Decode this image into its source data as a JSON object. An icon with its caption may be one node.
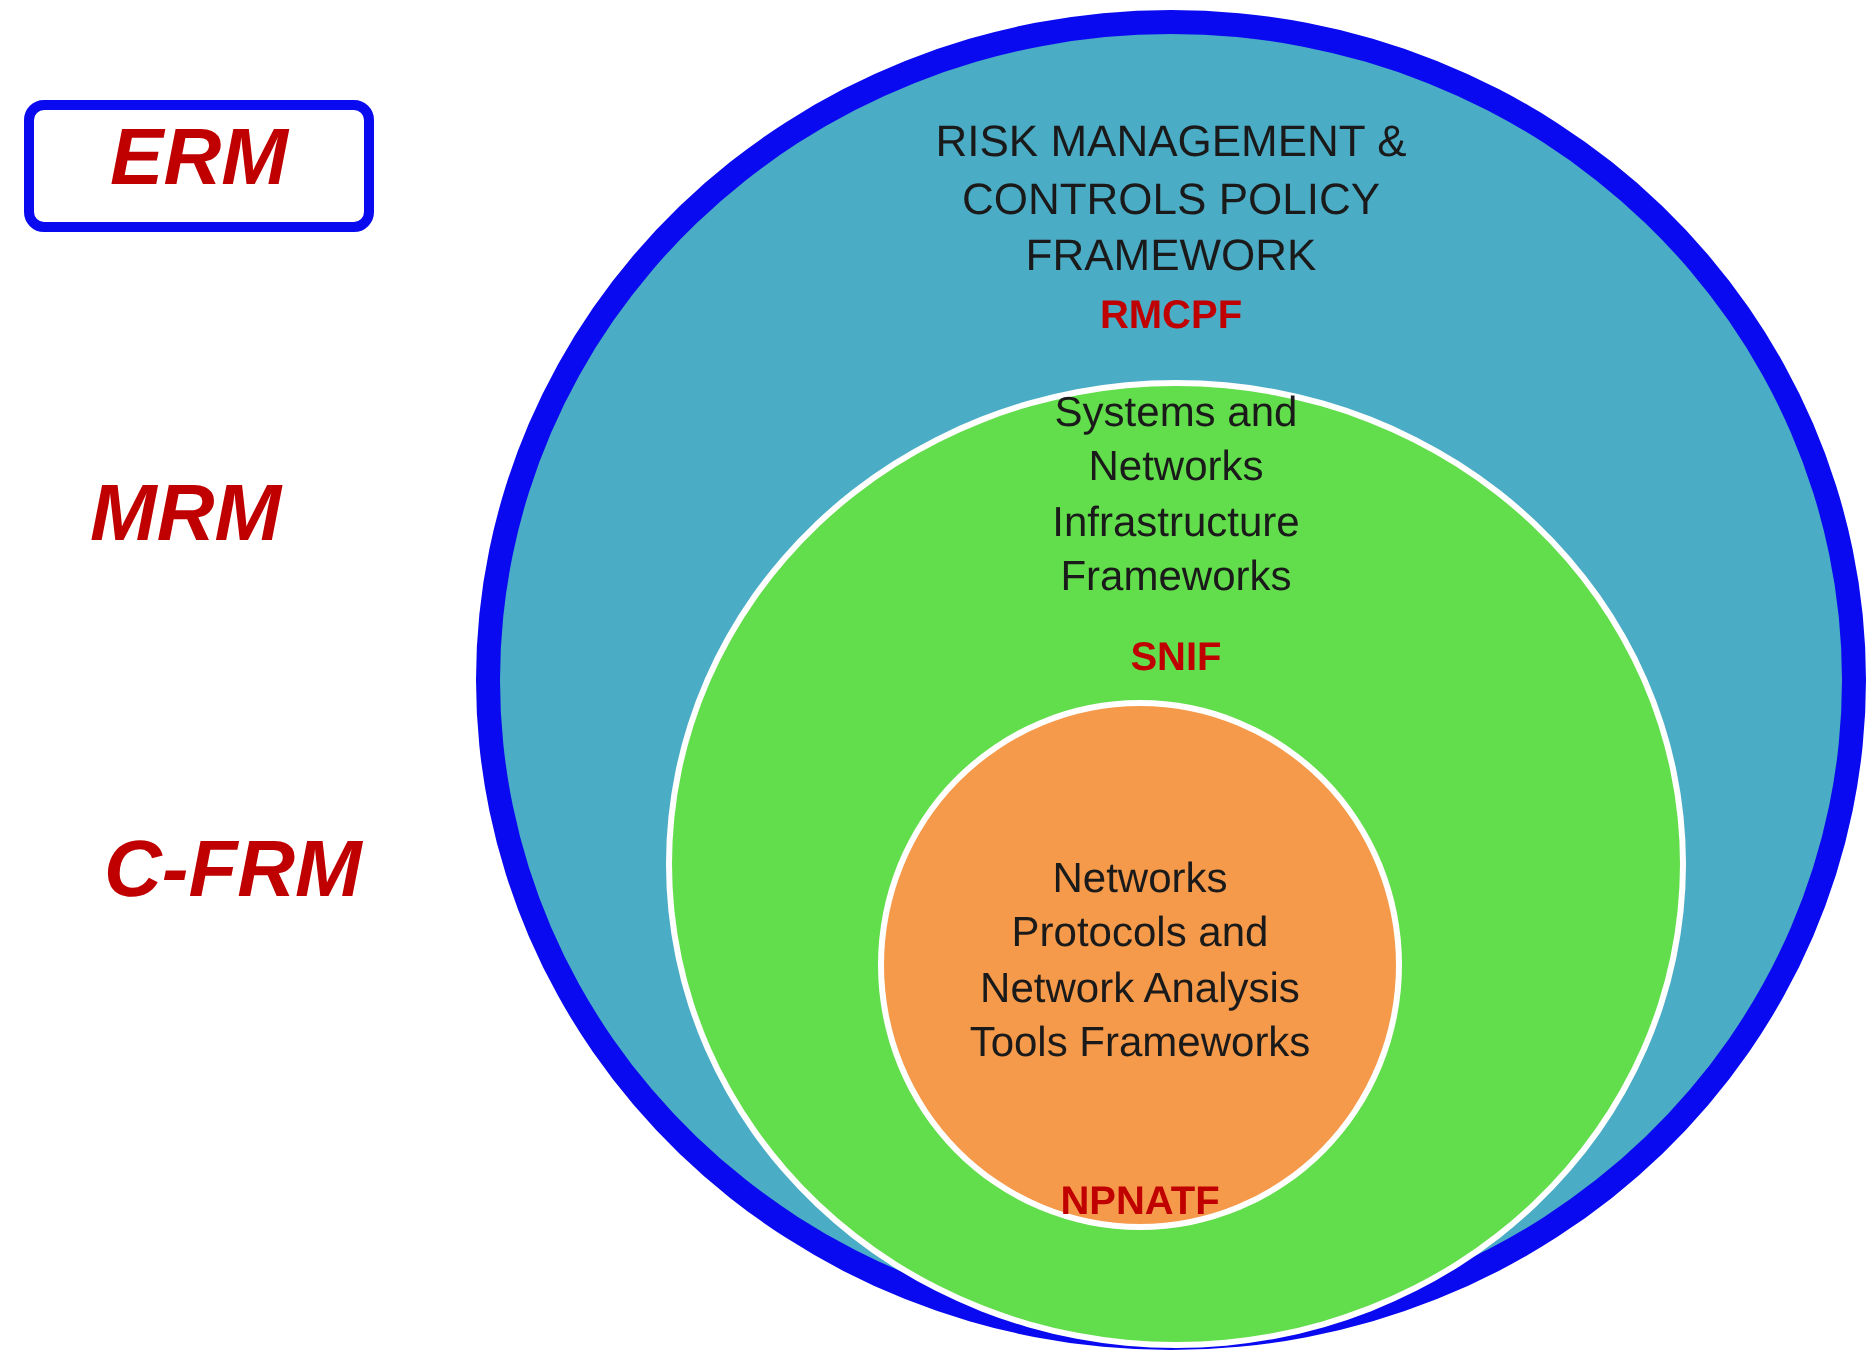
{
  "diagram": {
    "nodes": [
      {
        "text": [
          "ERM"
        ]
      },
      {
        "text": [
          "RISK MANAGEMENT & CONTROLS POLICY FRAMEWORK",
          "RMCPF"
        ]
      },
      {
        "text": [
          "Systems and Networks Infrastructure Frameworks",
          "SNIF"
        ],
        "in": 1
      },
      {
        "text": [
          "Networks Protocols and Network Analysis Tools Frameworks",
          "NPNATF"
        ],
        "in": 2
      }
    ],
    "edges": [],
    "labels": [
      "MRM",
      "C-FRM"
    ]
  }
}
